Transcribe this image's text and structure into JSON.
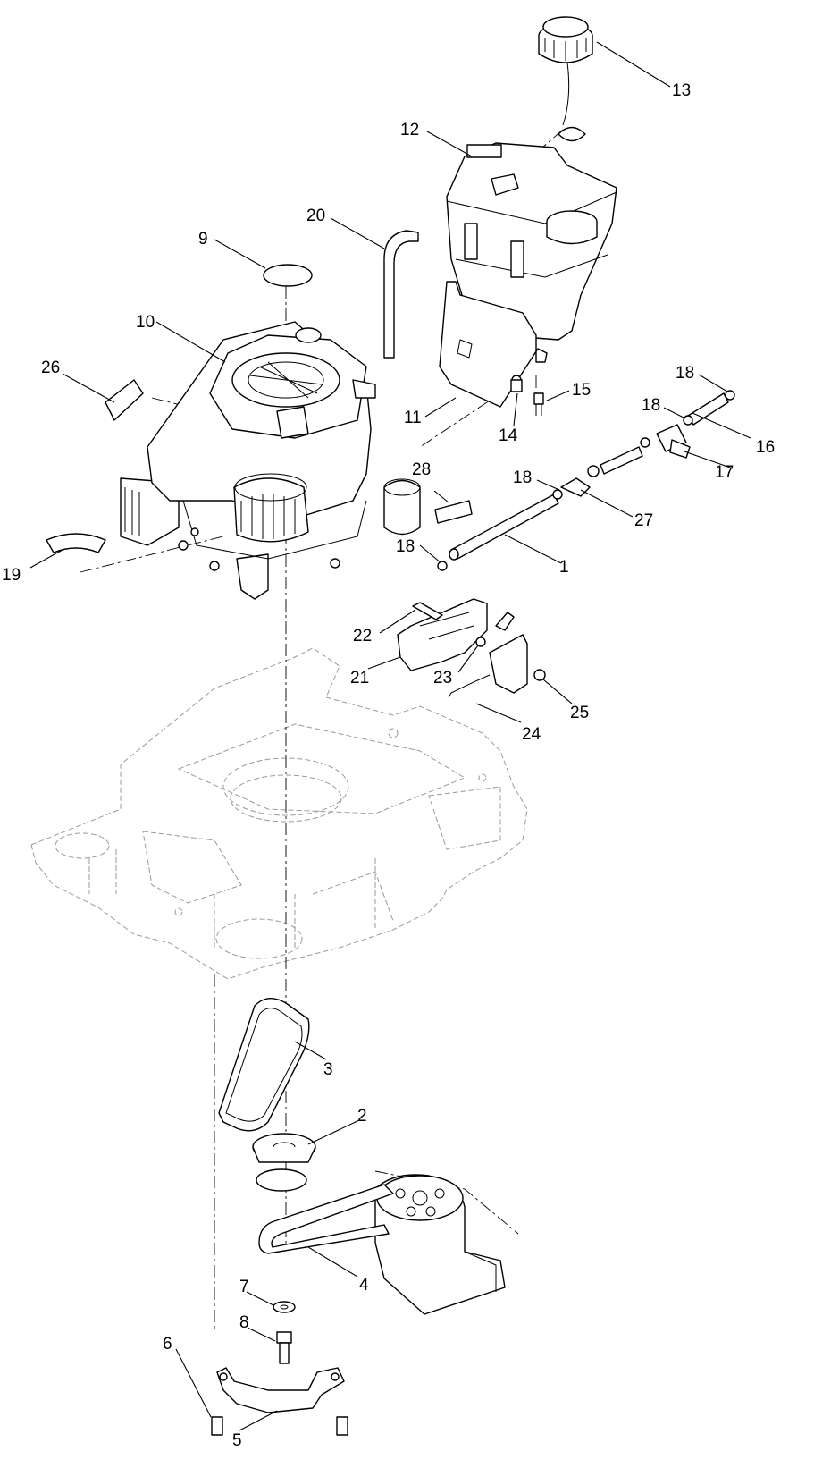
{
  "callouts": [
    {
      "num": "1"
    },
    {
      "num": "2"
    },
    {
      "num": "3"
    },
    {
      "num": "4"
    },
    {
      "num": "5"
    },
    {
      "num": "6"
    },
    {
      "num": "7"
    },
    {
      "num": "8"
    },
    {
      "num": "9"
    },
    {
      "num": "10"
    },
    {
      "num": "11"
    },
    {
      "num": "12"
    },
    {
      "num": "13"
    },
    {
      "num": "14"
    },
    {
      "num": "15"
    },
    {
      "num": "16"
    },
    {
      "num": "17"
    },
    {
      "num": "18"
    },
    {
      "num": "18"
    },
    {
      "num": "18"
    },
    {
      "num": "18"
    },
    {
      "num": "19"
    },
    {
      "num": "20"
    },
    {
      "num": "21"
    },
    {
      "num": "22"
    },
    {
      "num": "23"
    },
    {
      "num": "24"
    },
    {
      "num": "25"
    },
    {
      "num": "26"
    },
    {
      "num": "27"
    },
    {
      "num": "28"
    }
  ]
}
